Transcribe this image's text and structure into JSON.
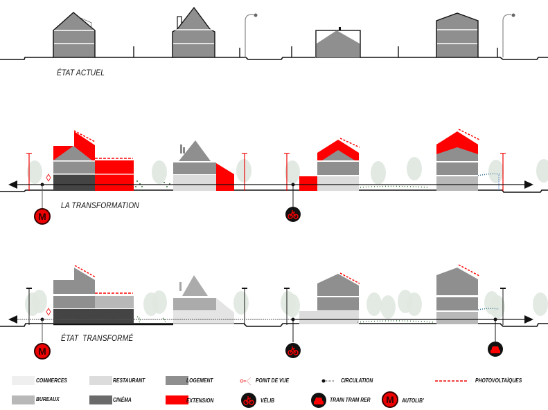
{
  "sections": {
    "current": "ÉTAT ACTUEL",
    "transformation": "LA TRANSFORMATION",
    "transformed": "ÉTAT  TRANSFORMÉ"
  },
  "colors": {
    "commerces": "#efefef",
    "restaurant": "#dcdcdc",
    "logement": "#8f8f8f",
    "bureaux": "#b8b8b8",
    "cinema": "#555555",
    "extension": "#ff0000",
    "tree": "#dfe7df"
  },
  "legend": {
    "commerces": "COMMERCES",
    "restaurant": "RESTAURANT",
    "logement": "LOGEMENT",
    "point_de_vue": "POINT DE VUE",
    "circulation": "CIRCULATION",
    "photovoltaiques": "PHOTOVOLTAÏQUES",
    "bureaux": "BUREAUX",
    "cinema": "CINÉMA",
    "extension": "EXTENSION",
    "velib": "VÉLIB",
    "train": "TRAIN TRAM RER",
    "autolib": "AUTOLIB'"
  },
  "icons": {
    "metro_letter": "M"
  }
}
